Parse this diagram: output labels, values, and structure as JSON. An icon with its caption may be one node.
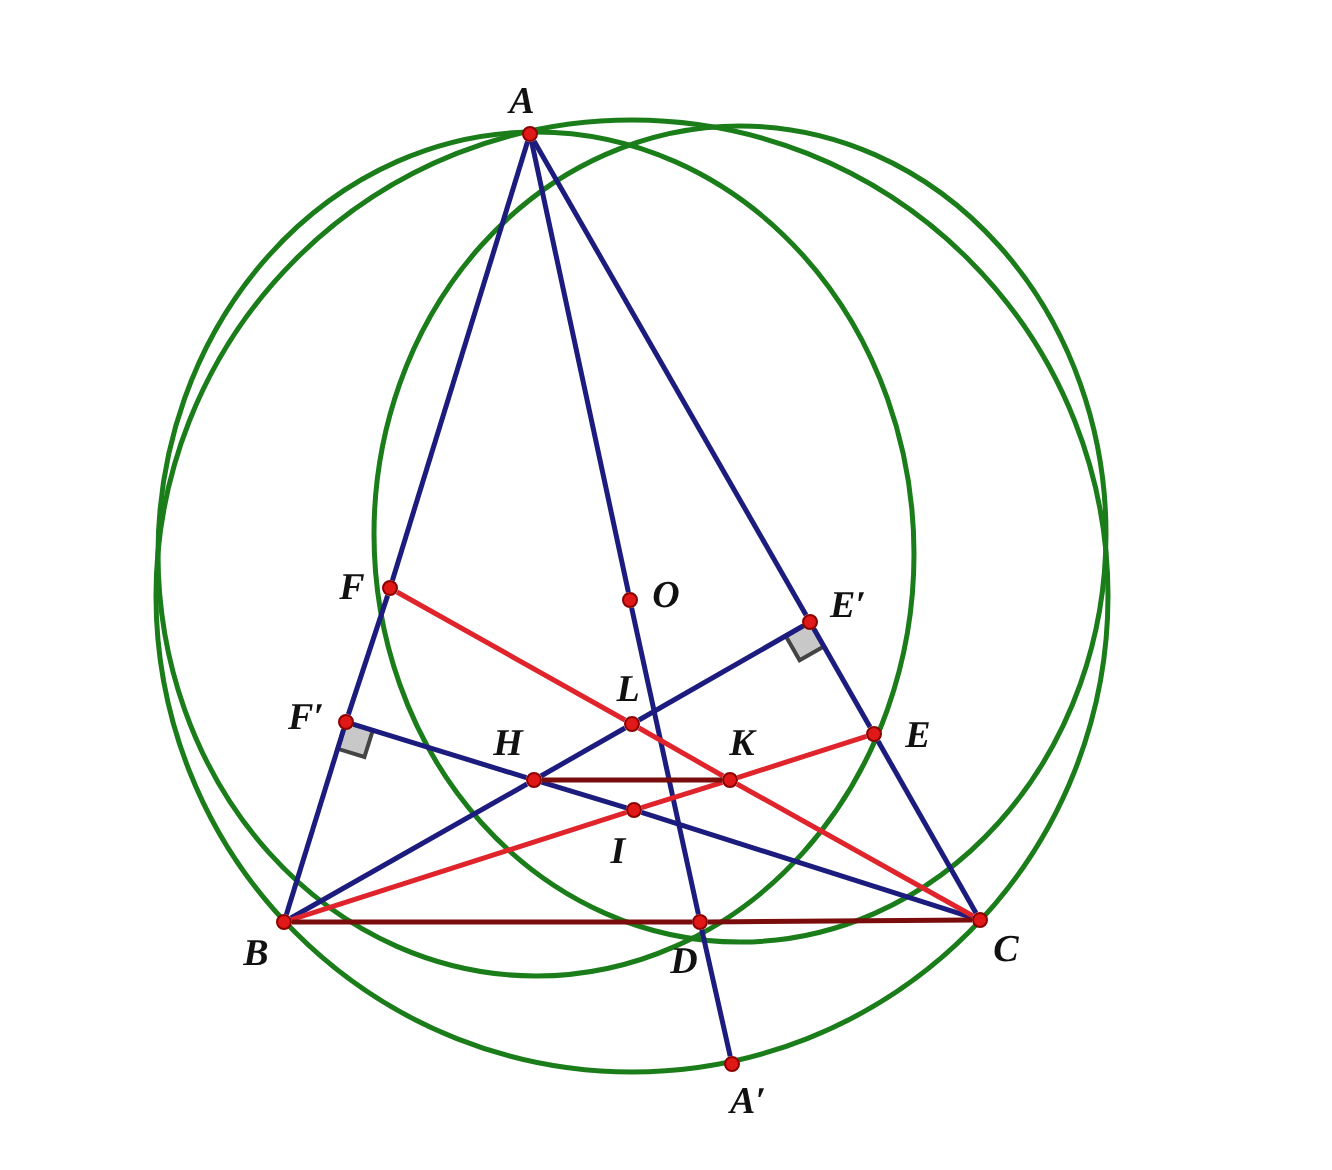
{
  "diagram": {
    "nodes": [
      {
        "text": [
          "A"
        ]
      },
      {
        "text": [
          "F"
        ]
      },
      {
        "text": [
          "O"
        ]
      },
      {
        "text": [
          "E′"
        ]
      },
      {
        "text": [
          "L"
        ]
      },
      {
        "text": [
          "F′"
        ]
      },
      {
        "text": [
          "H"
        ]
      },
      {
        "text": [
          "K"
        ]
      },
      {
        "text": [
          "E"
        ]
      },
      {
        "text": [
          "I"
        ]
      },
      {
        "text": [
          "B"
        ]
      },
      {
        "text": [
          "D"
        ]
      },
      {
        "text": [
          "C"
        ]
      },
      {
        "text": [
          "A′"
        ]
      }
    ],
    "edges": [
      {
        "from": 0,
        "to": 1,
        "arrow": "none"
      },
      {
        "from": 1,
        "to": 5,
        "arrow": "none"
      },
      {
        "from": 5,
        "to": 10,
        "arrow": "none"
      },
      {
        "from": 0,
        "to": 3,
        "arrow": "none"
      },
      {
        "from": 3,
        "to": 8,
        "arrow": "none"
      },
      {
        "from": 8,
        "to": 12,
        "arrow": "none"
      },
      {
        "from": 0,
        "to": 2,
        "arrow": "none"
      },
      {
        "from": 2,
        "to": 11,
        "arrow": "none"
      },
      {
        "from": 11,
        "to": 13,
        "arrow": "none"
      },
      {
        "from": 10,
        "to": 6,
        "arrow": "none"
      },
      {
        "from": 6,
        "to": 4,
        "arrow": "none"
      },
      {
        "from": 4,
        "to": 3,
        "arrow": "none"
      },
      {
        "from": 5,
        "to": 6,
        "arrow": "none"
      },
      {
        "from": 6,
        "to": 9,
        "arrow": "none"
      },
      {
        "from": 9,
        "to": 12,
        "arrow": "none"
      },
      {
        "from": 1,
        "to": 4,
        "arrow": "none",
        "color": "#e0242c"
      },
      {
        "from": 4,
        "to": 7,
        "arrow": "none",
        "color": "#e0242c"
      },
      {
        "from": 7,
        "to": 12,
        "arrow": "none",
        "color": "#e0242c"
      },
      {
        "from": 10,
        "to": 9,
        "arrow": "none",
        "color": "#e0242c"
      },
      {
        "from": 9,
        "to": 7,
        "arrow": "none",
        "color": "#e0242c"
      },
      {
        "from": 7,
        "to": 8,
        "arrow": "none",
        "color": "#e0242c"
      },
      {
        "from": 6,
        "to": 7,
        "arrow": "none",
        "color": "#7a0c0c"
      },
      {
        "from": 10,
        "to": 11,
        "arrow": "none",
        "color": "#7a0c0c"
      },
      {
        "from": 11,
        "to": 12,
        "arrow": "none",
        "color": "#7a0c0c"
      }
    ]
  }
}
